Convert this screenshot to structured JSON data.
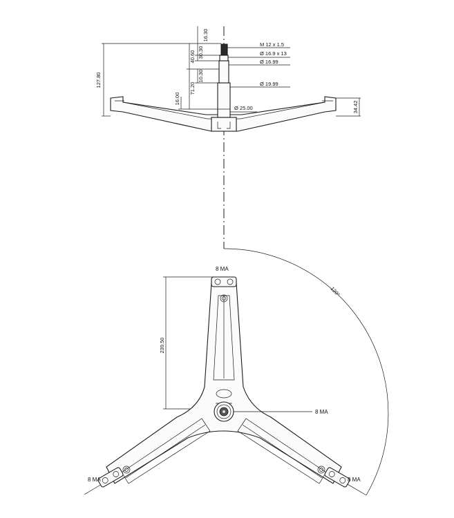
{
  "side_view": {
    "dimensions": {
      "shaft_top_len": "16.30",
      "thread_len": "30.30",
      "upper_len": "40.60",
      "mid_len": "10.30",
      "shaft_len": "71.20",
      "hub_len": "16.00",
      "total_height": "127.80",
      "arm_height": "34.42"
    },
    "callouts": {
      "thread": "M 12 x 1.5",
      "dia_169": "Ø 16.9 x 13",
      "dia_1699": "Ø 16.99",
      "dia_1999": "Ø 19.99",
      "dia_25": "Ø 25.00"
    }
  },
  "top_view": {
    "arm_length": "239.50",
    "angle": "120°",
    "mount_labels": {
      "top": "8 MA",
      "center": "8 MA",
      "left": "8 MA",
      "right": "8 MA"
    }
  }
}
